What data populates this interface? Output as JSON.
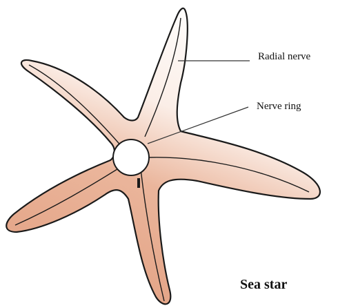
{
  "diagram": {
    "labels": {
      "radial_nerve": "Radial nerve",
      "nerve_ring": "Nerve ring",
      "title": "Sea star"
    },
    "colors": {
      "body_fill": "#e7a98c",
      "body_fill_light": "#ffffff",
      "outline": "#1a1a1a",
      "ring_fill": "#ffffff"
    }
  }
}
